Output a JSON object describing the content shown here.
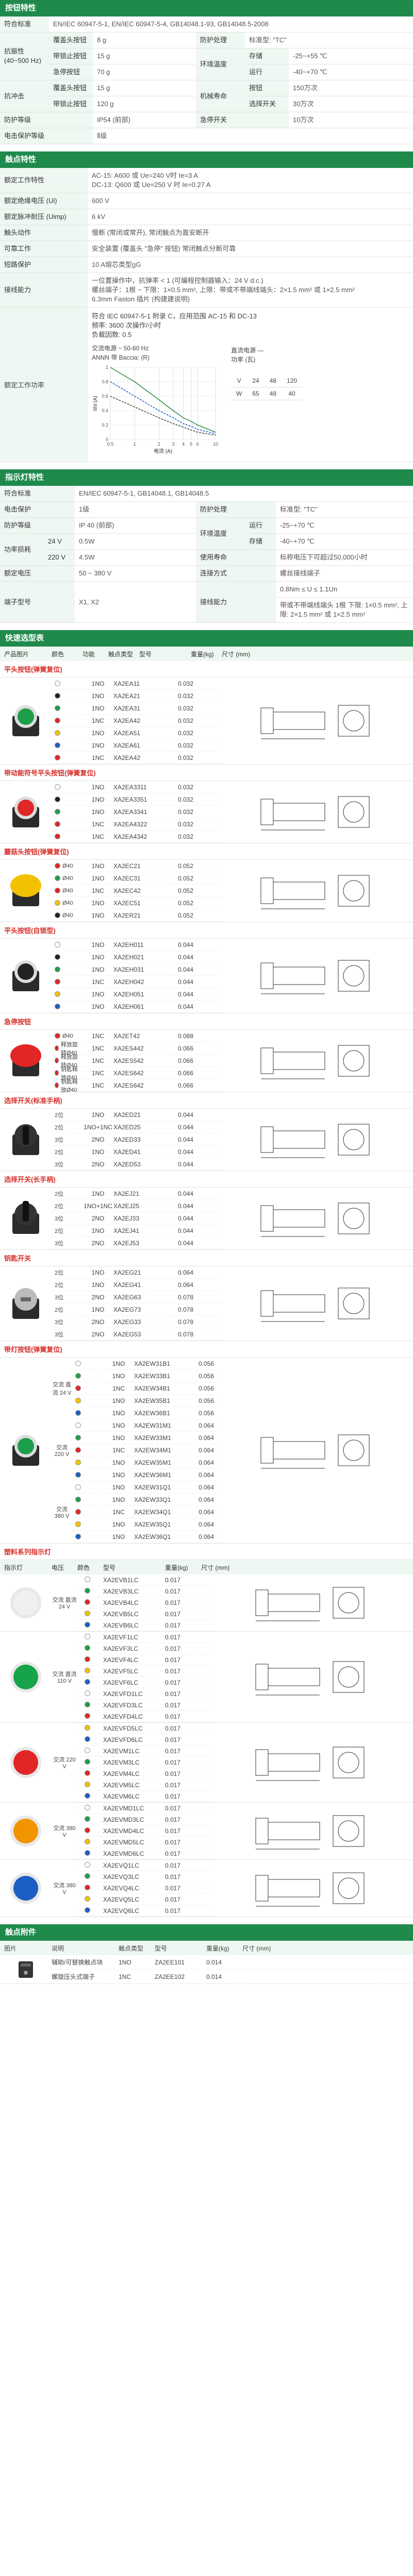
{
  "sections": {
    "button": "按钮特性",
    "contact": "触点特性",
    "indicator": "指示灯特性",
    "quick": "快速选型表",
    "accessory": "触点附件"
  },
  "button_spec": {
    "row1": {
      "l1": "符合标准",
      "v1": "EN/IEC 60947-5-1, EN/IEC 60947-5-4, GB14048.1-93, GB14048.5-2008"
    },
    "row2": {
      "l1": "抗振性 (40~500 Hz)",
      "l2": "覆盖头按钮",
      "v2": "8 g",
      "l3": "防护处理",
      "v3": "标准型: \"TC\""
    },
    "row3": {
      "l2": "带锁止按钮",
      "v2": "15 g",
      "l3": "环境温度",
      "l4": "存储",
      "v4": "-25~+55 ℃"
    },
    "row4": {
      "l2": "急停按钮",
      "v2": "70 g",
      "l4": "运行",
      "v4": "-40~+70 ℃"
    },
    "row5": {
      "l1": "抗冲击",
      "l2": "覆盖头按钮",
      "v2": "15 g",
      "l3": "机械寿命",
      "l4": "按钮",
      "v4": "150万次"
    },
    "row6": {
      "l2": "带锁止按钮",
      "v2": "120 g",
      "l4": "选择开关",
      "v4": "30万次"
    },
    "row7": {
      "l1": "防护等级",
      "v1": "IP54 (前部)",
      "l3": "急停开关",
      "v3": "10万次"
    },
    "row8": {
      "l1": "电击保护等级",
      "v1": "Ⅱ级"
    }
  },
  "contact_spec": {
    "r1": {
      "l": "额定工作特性",
      "v": "AC-15: A600 或 Ue=240 V时 Ie=3 A\nDC-13: Q600 或 Ue=250 V 时 Ie=0.27 A"
    },
    "r2": {
      "l": "额定绝缘电压 (Ui)",
      "v": "600 V"
    },
    "r3": {
      "l": "额定脉冲耐压 (Uimp)",
      "v": "6 kV"
    },
    "r4": {
      "l": "触头动作",
      "v": "慢断 (常闭或常开), 常闭触点为直安断开"
    },
    "r5": {
      "l": "可靠工作",
      "v": "安全装置 (覆盖头 \"急停\" 按钮)  常闭触点分断可靠"
    },
    "r6": {
      "l": "短路保护",
      "v": "10 A熔芯类型gG"
    },
    "r7": {
      "l": "接线能力",
      "v": "一位置操作中，抗弹率 < 1 (可编程控制器输入：24 V d.c.)\n螺丝端子：1根 ~ 下限：1×0.5 mm², 上限：带或不带端线端头：2×1.5 mm² 或 1×2.5 mm²\n6.3mm Faston 插片 (构建建说明)"
    },
    "r8": {
      "l": "额定工作功率",
      "v": "符合 IEC 60947-5-1 附录 C，应用范围 AC-15 和 DC-13\n频率: 3600 次操作/小时\n负载因数: 0.5"
    }
  },
  "chart": {
    "legend_ac": "交流电源 ~ 50-60 Hz",
    "legend_ac2": "ANNN 带 Baccia: (R)",
    "legend_dc": "直流电源 —",
    "legend_dc2": "功率 (瓦)",
    "ylabel": "Ithl (A)",
    "xlabel": "电流 (A)",
    "dc_table": {
      "h": [
        "V",
        "24",
        "48",
        "120"
      ],
      "r": [
        "W",
        "65",
        "48",
        "40"
      ]
    }
  },
  "chart_data": {
    "type": "line",
    "title": "",
    "xlabel": "电流 (A)",
    "ylabel": "Ithl (A)",
    "x": [
      0.5,
      1,
      2,
      3,
      4,
      5,
      6,
      10
    ],
    "series": [
      {
        "name": "24 V",
        "values": [
          1,
          0.8,
          0.55,
          0.4,
          0.3,
          0.25,
          0.2,
          0.1
        ]
      },
      {
        "name": "48 V",
        "values": [
          0.8,
          0.6,
          0.4,
          0.3,
          0.22,
          0.18,
          0.14,
          0.08
        ]
      },
      {
        "name": "120 V",
        "values": [
          0.6,
          0.45,
          0.3,
          0.22,
          0.17,
          0.13,
          0.1,
          0.06
        ]
      }
    ]
  },
  "indicator_spec": {
    "r1": {
      "l1": "符合标准",
      "v1": "EN/IEC 60947-5-1, GB14048.1, GB14048.5"
    },
    "r2": {
      "l1": "电击保护",
      "v1": "1级",
      "l3": "防护处理",
      "v3": "标准型: \"TC\""
    },
    "r3": {
      "l1": "防护等级",
      "v1": "IP 40 (前部)",
      "l3": "环境温度",
      "l4": "运行",
      "v4": "-25~+70 ℃"
    },
    "r4": {
      "l1": "功率损耗",
      "l2": "24 V",
      "v2": "0.5W",
      "l4": "存储",
      "v4": "-40~+70 ℃"
    },
    "r5": {
      "l2": "220 V",
      "v2": "4.5W",
      "l3": "使用寿命",
      "v3": "标称电压下可超过50,000小时"
    },
    "r6": {
      "l1": "额定电压",
      "v1": "50 ~ 380 V",
      "l3": "连接方式",
      "v3": "螺丝接线端子"
    },
    "r7": {
      "l1": "端子型号",
      "v1": "X1, X2",
      "l3": "接线能力",
      "v3": "0.8Nm ≤ U ≤ 1.1Un"
    },
    "r8": {
      "v3": "带或不带端线端头 1根 下限: 1×0.5 mm², 上限: 2×1.5 mm² 或 1×2.5 mm²"
    }
  },
  "quick": {
    "cols": [
      "产品图片",
      "颜色",
      "功能",
      "触点类型",
      "型号",
      "重量(kg)",
      "尺寸 (mm)"
    ],
    "groups": [
      {
        "title": "平头按钮(弹簧复位)",
        "img": "green-flat",
        "rows": [
          {
            "dot": "#ffffff",
            "con": "1NO",
            "model": "XA2EA11",
            "wt": "0.032"
          },
          {
            "dot": "#222222",
            "con": "1NO",
            "model": "XA2EA21",
            "wt": "0.032"
          },
          {
            "dot": "#1d9e4a",
            "con": "1NO",
            "model": "XA2EA31",
            "wt": "0.032"
          },
          {
            "dot": "#e02626",
            "con": "1NC",
            "model": "XA2EA42",
            "wt": "0.032"
          },
          {
            "dot": "#f2c200",
            "con": "1NO",
            "model": "XA2EA51",
            "wt": "0.032"
          },
          {
            "dot": "#1c5fc4",
            "con": "1NO",
            "model": "XA2EA61",
            "wt": "0.032"
          },
          {
            "dot": "#e02626",
            "con": "1NC",
            "model": "XA2EA42",
            "wt": "0.032"
          }
        ]
      },
      {
        "title": "带动能符号平头按钮(弹簧复位)",
        "img": "red-flat",
        "rows": [
          {
            "dot": "#ffffff",
            "con": "1NO",
            "model": "XA2EA3311",
            "wt": "0.032"
          },
          {
            "dot": "#222222",
            "con": "1NO",
            "model": "XA2EA3351",
            "wt": "0.032"
          },
          {
            "dot": "#1d9e4a",
            "con": "1NO",
            "model": "XA2EA3341",
            "wt": "0.032"
          },
          {
            "dot": "#e02626",
            "con": "1NC",
            "model": "XA2EA4322",
            "wt": "0.032"
          },
          {
            "dot": "#e02626",
            "con": "1NC",
            "model": "XA2EA4342",
            "wt": "0.032"
          }
        ]
      },
      {
        "title": "蘑菇头按钮(弹簧复位)",
        "img": "yellow-mush",
        "rows": [
          {
            "dot": "#e02626",
            "phi": "Ø40",
            "con": "1NO",
            "model": "XA2EC21",
            "wt": "0.052"
          },
          {
            "dot": "#1d9e4a",
            "phi": "Ø40",
            "con": "1NO",
            "model": "XA2EC31",
            "wt": "0.052"
          },
          {
            "dot": "#e02626",
            "phi": "Ø40",
            "con": "1NC",
            "model": "XA2EC42",
            "wt": "0.052"
          },
          {
            "dot": "#f2c200",
            "phi": "Ø40",
            "con": "1NO",
            "model": "XA2EC51",
            "wt": "0.052"
          },
          {
            "dot": "#222222",
            "phi": "Ø40",
            "con": "1NO",
            "model": "XA2ER21",
            "wt": "0.052"
          }
        ]
      },
      {
        "title": "平头按钮(自锁型)",
        "img": "black-flat",
        "rows": [
          {
            "dot": "#ffffff",
            "con": "1NO",
            "model": "XA2EH011",
            "wt": "0.044"
          },
          {
            "dot": "#222222",
            "con": "1NO",
            "model": "XA2EH021",
            "wt": "0.044"
          },
          {
            "dot": "#1d9e4a",
            "con": "1NO",
            "model": "XA2EH031",
            "wt": "0.044"
          },
          {
            "dot": "#e02626",
            "con": "1NC",
            "model": "XA2EH042",
            "wt": "0.044"
          },
          {
            "dot": "#f2c200",
            "con": "1NO",
            "model": "XA2EH051",
            "wt": "0.044"
          },
          {
            "dot": "#1c5fc4",
            "con": "1NO",
            "model": "XA2EH061",
            "wt": "0.044"
          }
        ]
      },
      {
        "title": "急停按钮",
        "img": "red-estop",
        "rows": [
          {
            "dot": "#e02626",
            "phi": "Ø40",
            "con": "1NC",
            "model": "XA2ET42",
            "wt": "0.088"
          },
          {
            "dot": "#e02626",
            "phi": "释放旋转Ø40",
            "con": "1NC",
            "model": "XA2ES442",
            "wt": "0.066"
          },
          {
            "dot": "#e02626",
            "phi": "释放旋转Ø40",
            "con": "1NC",
            "model": "XA2ES542",
            "wt": "0.066"
          },
          {
            "dot": "#e02626",
            "phi": "钥匙释放Ø40",
            "con": "1NC",
            "model": "XA2ES642",
            "wt": "0.066"
          },
          {
            "dot": "#e02626",
            "phi": "钥匙释放Ø40",
            "con": "1NC",
            "model": "XA2ES642",
            "wt": "0.066"
          }
        ]
      },
      {
        "title": "选择开关(标准手柄)",
        "img": "black-selector",
        "rows": [
          {
            "dot": "",
            "pos": "2位",
            "con": "1NO",
            "model": "XA2ED21",
            "wt": "0.044"
          },
          {
            "dot": "",
            "pos": "2位",
            "con": "1NO+1NC",
            "model": "XA2ED25",
            "wt": "0.044"
          },
          {
            "dot": "",
            "pos": "3位",
            "con": "2NO",
            "model": "XA2ED33",
            "wt": "0.044"
          },
          {
            "dot": "",
            "pos": "2位",
            "con": "1NO",
            "model": "XA2ED41",
            "wt": "0.044"
          },
          {
            "dot": "",
            "pos": "3位",
            "con": "2NO",
            "model": "XA2ED53",
            "wt": "0.044"
          }
        ]
      },
      {
        "title": "选择开关(长手柄)",
        "img": "black-lever",
        "rows": [
          {
            "dot": "",
            "pos": "2位",
            "con": "1NO",
            "model": "XA2EJ21",
            "wt": "0.044"
          },
          {
            "dot": "",
            "pos": "2位",
            "con": "1NO+1NC",
            "model": "XA2EJ25",
            "wt": "0.044"
          },
          {
            "dot": "",
            "pos": "3位",
            "con": "2NO",
            "model": "XA2EJ33",
            "wt": "0.044"
          },
          {
            "dot": "",
            "pos": "2位",
            "con": "1NO",
            "model": "XA2EJ41",
            "wt": "0.044"
          },
          {
            "dot": "",
            "pos": "3位",
            "con": "2NO",
            "model": "XA2EJ53",
            "wt": "0.044"
          }
        ]
      },
      {
        "title": "钥匙开关",
        "img": "key-switch",
        "rows": [
          {
            "dot": "",
            "pos": "2位",
            "con": "1NO",
            "model": "XA2EG21",
            "wt": "0.064"
          },
          {
            "dot": "",
            "pos": "2位",
            "con": "1NO",
            "model": "XA2EG41",
            "wt": "0.064"
          },
          {
            "dot": "",
            "pos": "3位",
            "con": "2NO",
            "model": "XA2EG63",
            "wt": "0.078"
          },
          {
            "dot": "",
            "pos": "2位",
            "con": "1NO",
            "model": "XA2EG73",
            "wt": "0.078"
          },
          {
            "dot": "",
            "pos": "3位",
            "con": "2NO",
            "model": "XA2EG33",
            "wt": "0.078"
          },
          {
            "dot": "",
            "pos": "3位",
            "con": "2NO",
            "model": "XA2EG53",
            "wt": "0.078"
          }
        ]
      },
      {
        "title": "带灯按钮(弹簧复位)",
        "img": "lit-button",
        "sub": [
          {
            "volt": "交流 直流 24 V",
            "rows": [
              {
                "dot": "#ffffff",
                "con": "1NO",
                "model": "XA2EW31B1",
                "wt": "0.056"
              },
              {
                "dot": "#1d9e4a",
                "con": "1NO",
                "model": "XA2EW33B1",
                "wt": "0.056"
              },
              {
                "dot": "#e02626",
                "con": "1NC",
                "model": "XA2EW34B1",
                "wt": "0.056"
              },
              {
                "dot": "#f2c200",
                "con": "1NO",
                "model": "XA2EW35B1",
                "wt": "0.056"
              },
              {
                "dot": "#1c5fc4",
                "con": "1NO",
                "model": "XA2EW36B1",
                "wt": "0.056"
              }
            ]
          },
          {
            "volt": "交流 220 V",
            "rows": [
              {
                "dot": "#ffffff",
                "con": "1NO",
                "model": "XA2EW31M1",
                "wt": "0.064"
              },
              {
                "dot": "#1d9e4a",
                "con": "1NO",
                "model": "XA2EW33M1",
                "wt": "0.064"
              },
              {
                "dot": "#e02626",
                "con": "1NC",
                "model": "XA2EW34M1",
                "wt": "0.064"
              },
              {
                "dot": "#f2c200",
                "con": "1NO",
                "model": "XA2EW35M1",
                "wt": "0.064"
              },
              {
                "dot": "#1c5fc4",
                "con": "1NO",
                "model": "XA2EW36M1",
                "wt": "0.064"
              }
            ]
          },
          {
            "volt": "交流 380 V",
            "rows": [
              {
                "dot": "#ffffff",
                "con": "1NO",
                "model": "XA2EW31Q1",
                "wt": "0.064"
              },
              {
                "dot": "#1d9e4a",
                "con": "1NO",
                "model": "XA2EW33Q1",
                "wt": "0.064"
              },
              {
                "dot": "#e02626",
                "con": "1NC",
                "model": "XA2EW34Q1",
                "wt": "0.064"
              },
              {
                "dot": "#f2c200",
                "con": "1NO",
                "model": "XA2EW35Q1",
                "wt": "0.064"
              },
              {
                "dot": "#1c5fc4",
                "con": "1NO",
                "model": "XA2EW36Q1",
                "wt": "0.064"
              }
            ]
          }
        ]
      }
    ],
    "ind_title": "塑料系列指示灯",
    "ind_cols": [
      "指示灯",
      "电压",
      "颜色",
      "型号",
      "重量(kg)",
      "尺寸 (mm)"
    ],
    "ind_groups": [
      {
        "img": "#f0f0f0",
        "volt": "交流 直流 24 V",
        "rows": [
          {
            "dot": "#ffffff",
            "model": "XA2EVB1LC",
            "wt": "0.017"
          },
          {
            "dot": "#1d9e4a",
            "model": "XA2EVB3LC",
            "wt": "0.017"
          },
          {
            "dot": "#e02626",
            "model": "XA2EVB4LC",
            "wt": "0.017"
          },
          {
            "dot": "#f2c200",
            "model": "XA2EVB5LC",
            "wt": "0.017"
          },
          {
            "dot": "#1c5fc4",
            "model": "XA2EVB6LC",
            "wt": "0.017"
          }
        ]
      },
      {
        "img": "#17a34a",
        "volt": "交流 直流 110 V",
        "rows": [
          {
            "dot": "#ffffff",
            "model": "XA2EVF1LC",
            "wt": "0.017"
          },
          {
            "dot": "#1d9e4a",
            "model": "XA2EVF3LC",
            "wt": "0.017"
          },
          {
            "dot": "#e02626",
            "model": "XA2EVF4LC",
            "wt": "0.017"
          },
          {
            "dot": "#f2c200",
            "model": "XA2EVF5LC",
            "wt": "0.017"
          },
          {
            "dot": "#1c5fc4",
            "model": "XA2EVF6LC",
            "wt": "0.017"
          },
          {
            "dot": "#ffffff",
            "model": "XA2EVFD1LC",
            "wt": "0.017"
          },
          {
            "dot": "#1d9e4a",
            "model": "XA2EVFD3LC",
            "wt": "0.017"
          },
          {
            "dot": "#e02626",
            "model": "XA2EVFD4LC",
            "wt": "0.017"
          }
        ]
      },
      {
        "img": "#e02626",
        "volt": "交流 220 V",
        "rows": [
          {
            "dot": "#f2c200",
            "model": "XA2EVFD5LC",
            "wt": "0.017"
          },
          {
            "dot": "#1c5fc4",
            "model": "XA2EVFD6LC",
            "wt": "0.017"
          },
          {
            "dot": "#ffffff",
            "model": "XA2EVM1LC",
            "wt": "0.017"
          },
          {
            "dot": "#1d9e4a",
            "model": "XA2EVM3LC",
            "wt": "0.017"
          },
          {
            "dot": "#e02626",
            "model": "XA2EVM4LC",
            "wt": "0.017"
          },
          {
            "dot": "#f2c200",
            "model": "XA2EVM5LC",
            "wt": "0.017"
          },
          {
            "dot": "#1c5fc4",
            "model": "XA2EVM6LC",
            "wt": "0.017"
          }
        ]
      },
      {
        "img": "#f29400",
        "volt": "交流 380 V",
        "rows": [
          {
            "dot": "#ffffff",
            "model": "XA2EVMD1LC",
            "wt": "0.017"
          },
          {
            "dot": "#1d9e4a",
            "model": "XA2EVMD3LC",
            "wt": "0.017"
          },
          {
            "dot": "#e02626",
            "model": "XA2EVMD4LC",
            "wt": "0.017"
          },
          {
            "dot": "#f2c200",
            "model": "XA2EVMD5LC",
            "wt": "0.017"
          },
          {
            "dot": "#1c5fc4",
            "model": "XA2EVMD6LC",
            "wt": "0.017"
          }
        ]
      },
      {
        "img": "#1c5fc4",
        "volt": "交流 380 V",
        "rows": [
          {
            "dot": "#ffffff",
            "model": "XA2EVQ1LC",
            "wt": "0.017"
          },
          {
            "dot": "#1d9e4a",
            "model": "XA2EVQ3LC",
            "wt": "0.017"
          },
          {
            "dot": "#e02626",
            "model": "XA2EVQ4LC",
            "wt": "0.017"
          },
          {
            "dot": "#f2c200",
            "model": "XA2EVQ5LC",
            "wt": "0.017"
          },
          {
            "dot": "#1c5fc4",
            "model": "XA2EVQ6LC",
            "wt": "0.017"
          }
        ]
      }
    ]
  },
  "accessory": {
    "cols": [
      "图片",
      "说明",
      "触点类型",
      "型号",
      "重量(kg)",
      "尺寸 (mm)"
    ],
    "rows": [
      {
        "desc": "辅助/可替换触点块",
        "con": "1NO",
        "model": "ZA2EE101",
        "wt": "0.014"
      },
      {
        "desc": "螺旋压头式端子",
        "con": "1NC",
        "model": "ZA2EE102",
        "wt": "0.014"
      }
    ]
  }
}
